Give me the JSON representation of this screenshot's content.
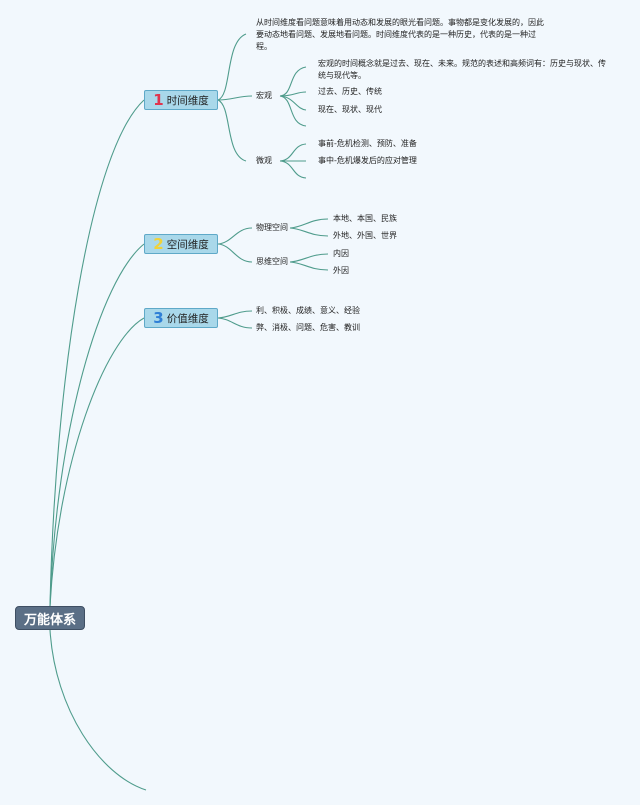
{
  "root": {
    "label": "万能体系"
  },
  "branches": [
    {
      "number": "1",
      "label": "时间维度",
      "number_color": "#e0344d",
      "intro": "从时间维度看问题意味着用动态和发展的眼光看问题。事物都是变化发展的，因此要动态地看问题、发展地看问题。时间维度代表的是一种历史，代表的是一种过程。",
      "groups": [
        {
          "label": "宏观",
          "items": [
            "宏观的时间概念就是过去、现在、未来。规范的表述和高频词有：历史与现状、传统与现代等。",
            "过去、历史、传统",
            "现在、现状、现代",
            ""
          ]
        },
        {
          "label": "微观",
          "items": [
            "事前-危机检测、预防、准备",
            "事中-危机爆发后的应对管理",
            ""
          ]
        }
      ]
    },
    {
      "number": "2",
      "label": "空间维度",
      "number_color": "#f0d23a",
      "groups": [
        {
          "label": "物理空间",
          "items": [
            "本地、本国、民族",
            "外地、外国、世界"
          ]
        },
        {
          "label": "思维空间",
          "items": [
            "内因",
            "外因"
          ]
        }
      ]
    },
    {
      "number": "3",
      "label": "价值维度",
      "number_color": "#2f7fd6",
      "items": [
        "利、积极、成绩、意义、经验",
        "弊、消极、问题、危害、教训"
      ]
    }
  ],
  "colors": {
    "link": "#4f9c8c",
    "background": "#f2f8fd"
  }
}
